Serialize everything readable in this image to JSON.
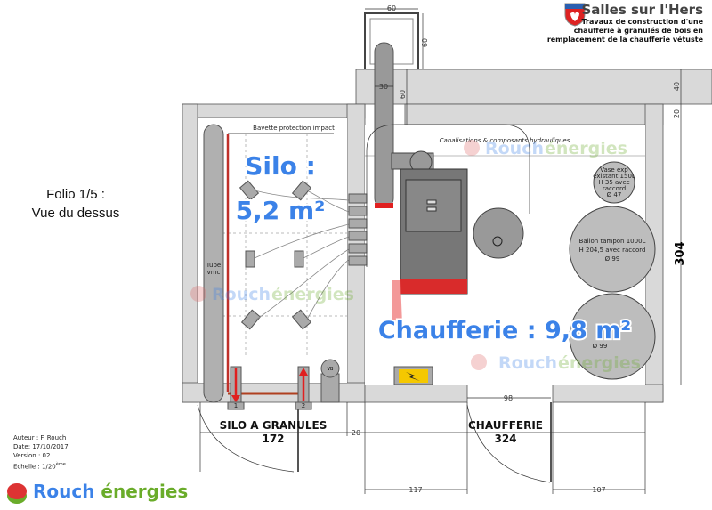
{
  "header": {
    "town": "Salles sur l'Hers",
    "subtitle_lines": [
      "Travaux de construction d'une",
      "chaufferie à granulés de bois en",
      "remplacement de la chaufferie vétuste"
    ]
  },
  "folio": {
    "line1": "Folio 1/5 :",
    "line2": "Vue du dessus"
  },
  "meta": {
    "author": "Auteur : F. Rouch",
    "date": "Date: 17/10/2017",
    "version": "Version : 02",
    "scale": "Echelle : 1/20",
    "scale_sup": "ème"
  },
  "logo": {
    "part1": "Rouch",
    "part2": "énergies"
  },
  "areas": {
    "silo_line1": "Silo :",
    "silo_line2": "5,2 m²",
    "chaufferie": "Chaufferie : 9,8 m²"
  },
  "rooms": {
    "silo_name": "SILO A GRANULES",
    "silo_width": "172",
    "chaufferie_name": "CHAUFFERIE",
    "chaufferie_width": "324"
  },
  "dimensions": {
    "chimney_w": "60",
    "chimney_h": "60",
    "flue_w": "30",
    "flue_h": "60",
    "wall_top": "40",
    "wall_20": "20",
    "height": "304",
    "partition": "20",
    "door": "98",
    "left_seg": "117",
    "right_seg": "107"
  },
  "labels": {
    "bavette": "Bavette protection impact",
    "tube_line1": "Tube",
    "tube_line2": "vmc",
    "vb": "VB",
    "hatch1": "1",
    "hatch2": "2",
    "canalisations": "Canalisations & composants hydrauliques",
    "vase": [
      "Vase exp",
      "existant 150L",
      "H 35 avec",
      "raccord",
      "Ø 47"
    ],
    "ballon": [
      "Ballon tampon 1000L",
      "H 204,5 avec raccord",
      "Ø 99"
    ],
    "ballon2": "Ø 99"
  },
  "colors": {
    "accent_blue": "#3b82e8",
    "accent_green": "#6aac2a",
    "pipe_red": "#e02020"
  }
}
